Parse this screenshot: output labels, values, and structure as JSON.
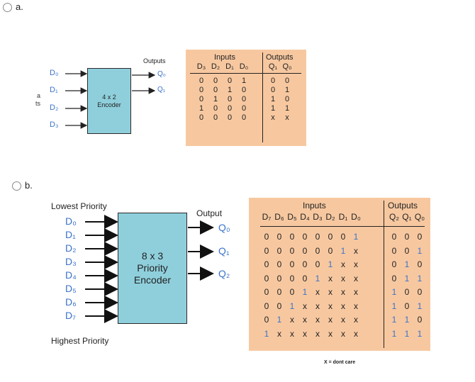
{
  "option_a": {
    "label": "a.",
    "encoder": {
      "title": "4 x 2\nEncoder",
      "inputs": [
        "D₀",
        "D₁",
        "D₂",
        "D₃"
      ],
      "outputs_title": "Outputs",
      "outputs": [
        "Q₀",
        "Q₁"
      ],
      "stray_text": [
        "a",
        "ts"
      ]
    },
    "truth_table": {
      "inputs_title": "Inputs",
      "outputs_title": "Outputs",
      "input_headers": [
        "D₃",
        "D₂",
        "D₁",
        "D₀"
      ],
      "output_headers": [
        "Q₁",
        "Q₀"
      ],
      "rows": [
        {
          "in": [
            "0",
            "0",
            "0",
            "1"
          ],
          "out": [
            "0",
            "0"
          ]
        },
        {
          "in": [
            "0",
            "0",
            "1",
            "0"
          ],
          "out": [
            "0",
            "1"
          ]
        },
        {
          "in": [
            "0",
            "1",
            "0",
            "0"
          ],
          "out": [
            "1",
            "0"
          ]
        },
        {
          "in": [
            "1",
            "0",
            "0",
            "0"
          ],
          "out": [
            "1",
            "1"
          ]
        },
        {
          "in": [
            "0",
            "0",
            "0",
            "0"
          ],
          "out": [
            "x",
            "x"
          ]
        }
      ]
    }
  },
  "option_b": {
    "label": "b.",
    "encoder": {
      "title": "8 x 3\nPriority\nEncoder",
      "lowest_priority": "Lowest Priority",
      "highest_priority": "Highest Priority",
      "inputs": [
        "D₀",
        "D₁",
        "D₂",
        "D₃",
        "D₄",
        "D₅",
        "D₆",
        "D₇"
      ],
      "output_title": "Output",
      "outputs": [
        "Q₀",
        "Q₁",
        "Q₂"
      ]
    },
    "truth_table": {
      "inputs_title": "Inputs",
      "outputs_title": "Outputs",
      "input_headers": [
        "D₇",
        "D₆",
        "D₅",
        "D₄",
        "D₃",
        "D₂",
        "D₁",
        "D₀"
      ],
      "output_headers": [
        "Q₂",
        "Q₁",
        "Q₀"
      ],
      "rows": [
        {
          "in": [
            "0",
            "0",
            "0",
            "0",
            "0",
            "0",
            "0",
            "1"
          ],
          "out": [
            "0",
            "0",
            "0"
          ]
        },
        {
          "in": [
            "0",
            "0",
            "0",
            "0",
            "0",
            "0",
            "1",
            "x"
          ],
          "out": [
            "0",
            "0",
            "1"
          ]
        },
        {
          "in": [
            "0",
            "0",
            "0",
            "0",
            "0",
            "1",
            "x",
            "x"
          ],
          "out": [
            "0",
            "1",
            "0"
          ]
        },
        {
          "in": [
            "0",
            "0",
            "0",
            "0",
            "1",
            "x",
            "x",
            "x"
          ],
          "out": [
            "0",
            "1",
            "1"
          ]
        },
        {
          "in": [
            "0",
            "0",
            "0",
            "1",
            "x",
            "x",
            "x",
            "x"
          ],
          "out": [
            "1",
            "0",
            "0"
          ]
        },
        {
          "in": [
            "0",
            "0",
            "1",
            "x",
            "x",
            "x",
            "x",
            "x"
          ],
          "out": [
            "1",
            "0",
            "1"
          ]
        },
        {
          "in": [
            "0",
            "1",
            "x",
            "x",
            "x",
            "x",
            "x",
            "x"
          ],
          "out": [
            "1",
            "1",
            "0"
          ]
        },
        {
          "in": [
            "1",
            "x",
            "x",
            "x",
            "x",
            "x",
            "x",
            "x"
          ],
          "out": [
            "1",
            "1",
            "1"
          ]
        }
      ],
      "note": "X = dont care"
    },
    "colors": {
      "block": "#8fcfdc",
      "table": "#f7c8a0",
      "pin": "#3b73c9",
      "one_in_table": "#3b73c9"
    }
  }
}
